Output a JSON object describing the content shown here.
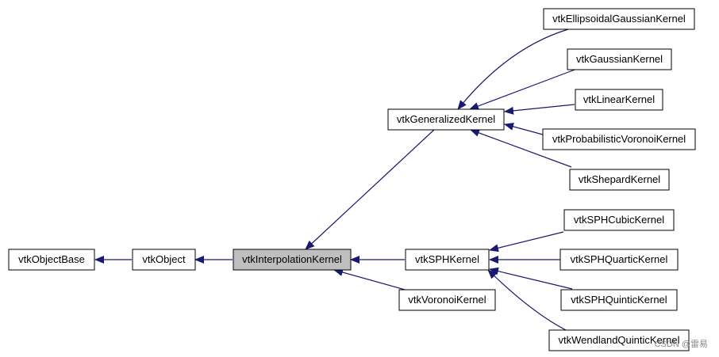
{
  "diagram": {
    "nodes": {
      "vtkObjectBase": "vtkObjectBase",
      "vtkObject": "vtkObject",
      "vtkInterpolationKernel": "vtkInterpolationKernel",
      "vtkGeneralizedKernel": "vtkGeneralizedKernel",
      "vtkSPHKernel": "vtkSPHKernel",
      "vtkVoronoiKernel": "vtkVoronoiKernel",
      "vtkEllipsoidalGaussianKernel": "vtkEllipsoidalGaussianKernel",
      "vtkGaussianKernel": "vtkGaussianKernel",
      "vtkLinearKernel": "vtkLinearKernel",
      "vtkProbabilisticVoronoiKernel": "vtkProbabilisticVoronoiKernel",
      "vtkShepardKernel": "vtkShepardKernel",
      "vtkSPHCubicKernel": "vtkSPHCubicKernel",
      "vtkSPHQuarticKernel": "vtkSPHQuarticKernel",
      "vtkSPHQuinticKernel": "vtkSPHQuinticKernel",
      "vtkWendlandQuinticKernel": "vtkWendlandQuinticKernel"
    },
    "selected": "vtkInterpolationKernel",
    "edges": [
      {
        "from": "vtkObject",
        "to": "vtkObjectBase"
      },
      {
        "from": "vtkInterpolationKernel",
        "to": "vtkObject"
      },
      {
        "from": "vtkGeneralizedKernel",
        "to": "vtkInterpolationKernel"
      },
      {
        "from": "vtkSPHKernel",
        "to": "vtkInterpolationKernel"
      },
      {
        "from": "vtkVoronoiKernel",
        "to": "vtkInterpolationKernel"
      },
      {
        "from": "vtkEllipsoidalGaussianKernel",
        "to": "vtkGeneralizedKernel"
      },
      {
        "from": "vtkGaussianKernel",
        "to": "vtkGeneralizedKernel"
      },
      {
        "from": "vtkLinearKernel",
        "to": "vtkGeneralizedKernel"
      },
      {
        "from": "vtkProbabilisticVoronoiKernel",
        "to": "vtkGeneralizedKernel"
      },
      {
        "from": "vtkShepardKernel",
        "to": "vtkGeneralizedKernel"
      },
      {
        "from": "vtkSPHCubicKernel",
        "to": "vtkSPHKernel"
      },
      {
        "from": "vtkSPHQuarticKernel",
        "to": "vtkSPHKernel"
      },
      {
        "from": "vtkSPHQuinticKernel",
        "to": "vtkSPHKernel"
      },
      {
        "from": "vtkWendlandQuinticKernel",
        "to": "vtkSPHKernel"
      }
    ],
    "edge_color": "#191970",
    "selected_fill": "#bfbfbf"
  },
  "watermark": "CSDN @雷易"
}
